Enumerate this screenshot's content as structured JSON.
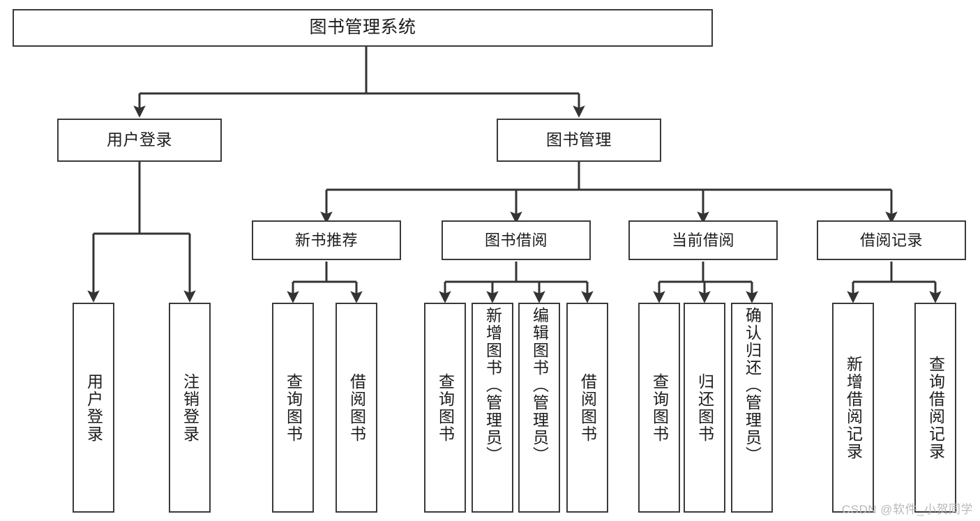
{
  "diagram": {
    "title": "图书管理系统",
    "type": "tree-hierarchy-diagram",
    "watermark": "CSDN @软件_小贺同学",
    "colors": {
      "box_border": "#3a3a3a",
      "box_fill": "#ffffff",
      "connector": "#333333",
      "text": "#1c1c1c",
      "watermark": "#b9b9b9",
      "background": "#ffffff"
    },
    "root": {
      "id": "root",
      "label": "图书管理系统"
    },
    "level1": [
      {
        "id": "user-login",
        "label": "用户登录"
      },
      {
        "id": "book-management",
        "label": "图书管理"
      }
    ],
    "level2": [
      {
        "id": "new-book-recommend",
        "label": "新书推荐",
        "parent": "book-management"
      },
      {
        "id": "book-borrow",
        "label": "图书借阅",
        "parent": "book-management"
      },
      {
        "id": "current-borrow",
        "label": "当前借阅",
        "parent": "book-management"
      },
      {
        "id": "borrow-record",
        "label": "借阅记录",
        "parent": "book-management"
      }
    ],
    "leaves": {
      "user-login": [
        {
          "id": "leaf-user-login",
          "label": "用户登录"
        },
        {
          "id": "leaf-logout",
          "label": "注销登录"
        }
      ],
      "new-book-recommend": [
        {
          "id": "leaf-query-book-1",
          "label": "查询图书"
        },
        {
          "id": "leaf-borrow-book-1",
          "label": "借阅图书"
        }
      ],
      "book-borrow": [
        {
          "id": "leaf-query-book-2",
          "label": "查询图书"
        },
        {
          "id": "leaf-add-book",
          "label": "新增图书（管理员）"
        },
        {
          "id": "leaf-edit-book",
          "label": "编辑图书（管理员）"
        },
        {
          "id": "leaf-borrow-book-2",
          "label": "借阅图书"
        }
      ],
      "current-borrow": [
        {
          "id": "leaf-query-book-3",
          "label": "查询图书"
        },
        {
          "id": "leaf-return-book",
          "label": "归还图书"
        },
        {
          "id": "leaf-confirm-return",
          "label": "确认归还（管理员）"
        }
      ],
      "borrow-record": [
        {
          "id": "leaf-add-record",
          "label": "新增借阅记录"
        },
        {
          "id": "leaf-query-record",
          "label": "查询借阅记录"
        }
      ]
    }
  }
}
